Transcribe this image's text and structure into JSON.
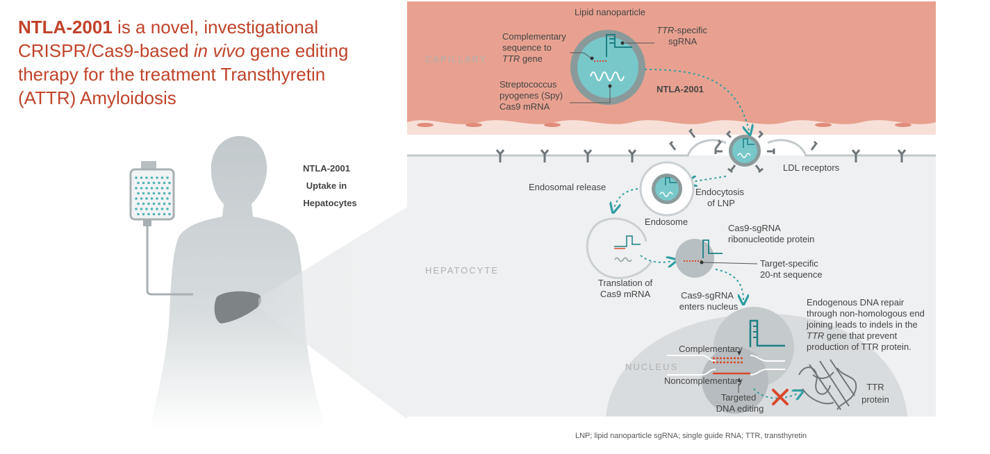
{
  "headline": {
    "name": "NTLA-2001",
    "part1": " is a novel, investigational CRISPR/Cas9-based ",
    "italic": "in vivo",
    "part2": " gene editing therapy for the treatment Transthyretin (ATTR) Amyloidosis"
  },
  "uptake_title": [
    "NTLA-2001",
    "Uptake in",
    "Hepatocytes"
  ],
  "regions": {
    "capillary": "CAPILLARY",
    "hepatocyte": "HEPATOCYTE",
    "nucleus": "NUCLEUS"
  },
  "lnp": {
    "label": "Lipid nanoparticle",
    "name": "NTLA-2001",
    "complementary": [
      "Complementary",
      "sequence to"
    ],
    "complementary_ttr": "TTR",
    "complementary_gene": " gene",
    "sgrna_ttr": "TTR",
    "sgrna_suffix": "-specific",
    "sgrna": "sgRNA",
    "cas9": [
      "Streptococcus",
      "pyogenes (Spy)",
      "Cas9 mRNA"
    ]
  },
  "steps": {
    "ldl": "LDL receptors",
    "endocytosis": [
      "Endocytosis",
      "of LNP"
    ],
    "endosome": "Endosome",
    "endosomal_release": "Endosomal release",
    "translation": [
      "Translation of",
      "Cas9 mRNA"
    ],
    "rnp": [
      "Cas9-sgRNA",
      "ribonucleotide protein"
    ],
    "target": [
      "Target-specific",
      "20-nt sequence"
    ],
    "enters": [
      "Cas9-sgRNA",
      "enters nucleus"
    ],
    "repair": [
      "Endogenous DNA repair",
      "through non-homologous end",
      "joining leads to indels in the"
    ],
    "repair_ttr": "TTR",
    "repair_gene": " gene that prevent",
    "repair_end": "production of TTR protein.",
    "complementary": "Complementary",
    "noncomplementary": "Noncomplementary",
    "editing": [
      "Targeted",
      "DNA editing"
    ],
    "ttr_protein": [
      "TTR",
      "protein"
    ]
  },
  "footnote": "LNP; lipid nanoparticle sgRNA; single guide RNA; TTR, transthyretin",
  "colors": {
    "title": "#c0432a",
    "capillary": "#e8a190",
    "teal": "#2e9ea3",
    "lnp_ring": "#8a9a9b",
    "gray_body": "#c7cdd0",
    "cell_bg": "#eef0f1",
    "nucleus": "#d9dcde",
    "red_x": "#d9482b"
  }
}
